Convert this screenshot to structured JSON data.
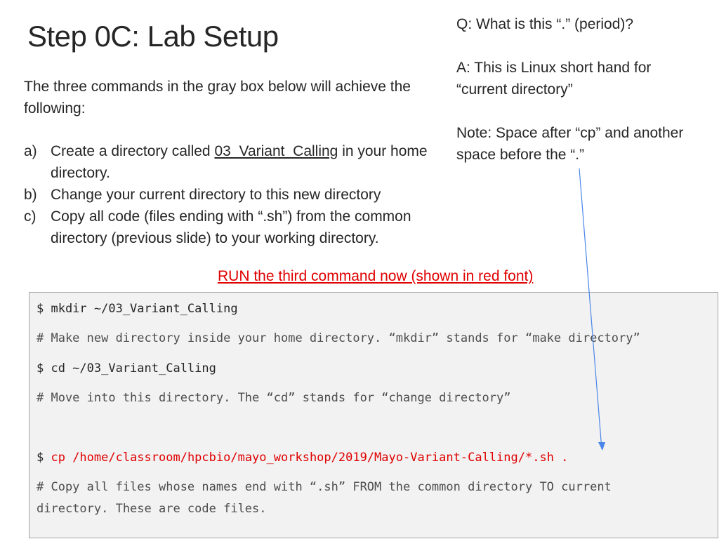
{
  "slide": {
    "title": "Step 0C: Lab Setup",
    "intro_text": "The three commands in the gray box below will achieve the following:",
    "items": [
      {
        "label": "a)",
        "pre": "Create a directory called ",
        "highlight": "03_Variant_Calling",
        "post": " in your home directory."
      },
      {
        "label": "b)",
        "text": "Change your current directory to this new directory"
      },
      {
        "label": "c)",
        "text": "Copy all code (files ending with “.sh”) from the common directory (previous slide) to your working directory."
      }
    ],
    "side": {
      "q": "Q: What is this “.” (period)?",
      "a": "A: This is Linux short hand for “current directory”",
      "note": "Note: Space after “cp” and another space before the “.”"
    },
    "run_note": "RUN the third command now (shown in red font)",
    "code": {
      "line1": "$ mkdir ~/03_Variant_Calling",
      "comment1": "# Make new directory inside your home directory. “mkdir” stands for “make directory”",
      "line2": "$ cd ~/03_Variant_Calling",
      "comment2": "# Move into this directory. The “cd” stands for “change directory”",
      "line3_prompt": "$ ",
      "line3_cmd": "cp /home/classroom/hpcbio/mayo_workshop/2019/Mayo-Variant-Calling/*.sh .",
      "comment3": "# Copy all files whose names end with “.sh” FROM the common directory TO current directory. These are code files."
    },
    "colors": {
      "accent_red": "#e00000",
      "code_bg": "#f2f2f2",
      "arrow": "#4a86e8"
    }
  }
}
